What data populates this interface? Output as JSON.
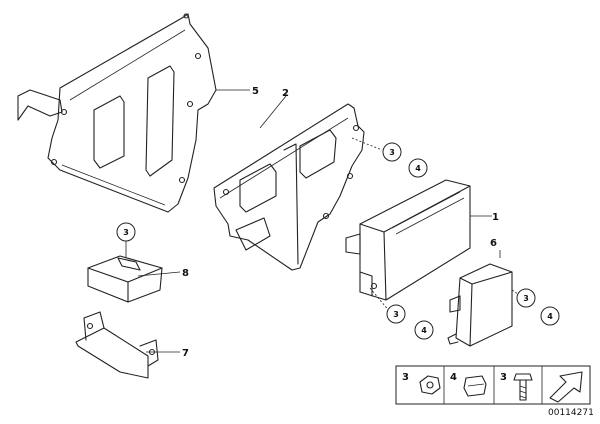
{
  "callouts": {
    "c1": "1",
    "c2": "2",
    "c5": "5",
    "c6": "6",
    "c7": "7",
    "c8": "8"
  },
  "circles": {
    "a3": "3",
    "a4": "4",
    "b3": "3",
    "b4": "4",
    "c3": "3",
    "c4": "4",
    "d3": "3"
  },
  "legend": {
    "item1": "3",
    "item2": "4",
    "item3": "3"
  },
  "document_id": "00114271"
}
